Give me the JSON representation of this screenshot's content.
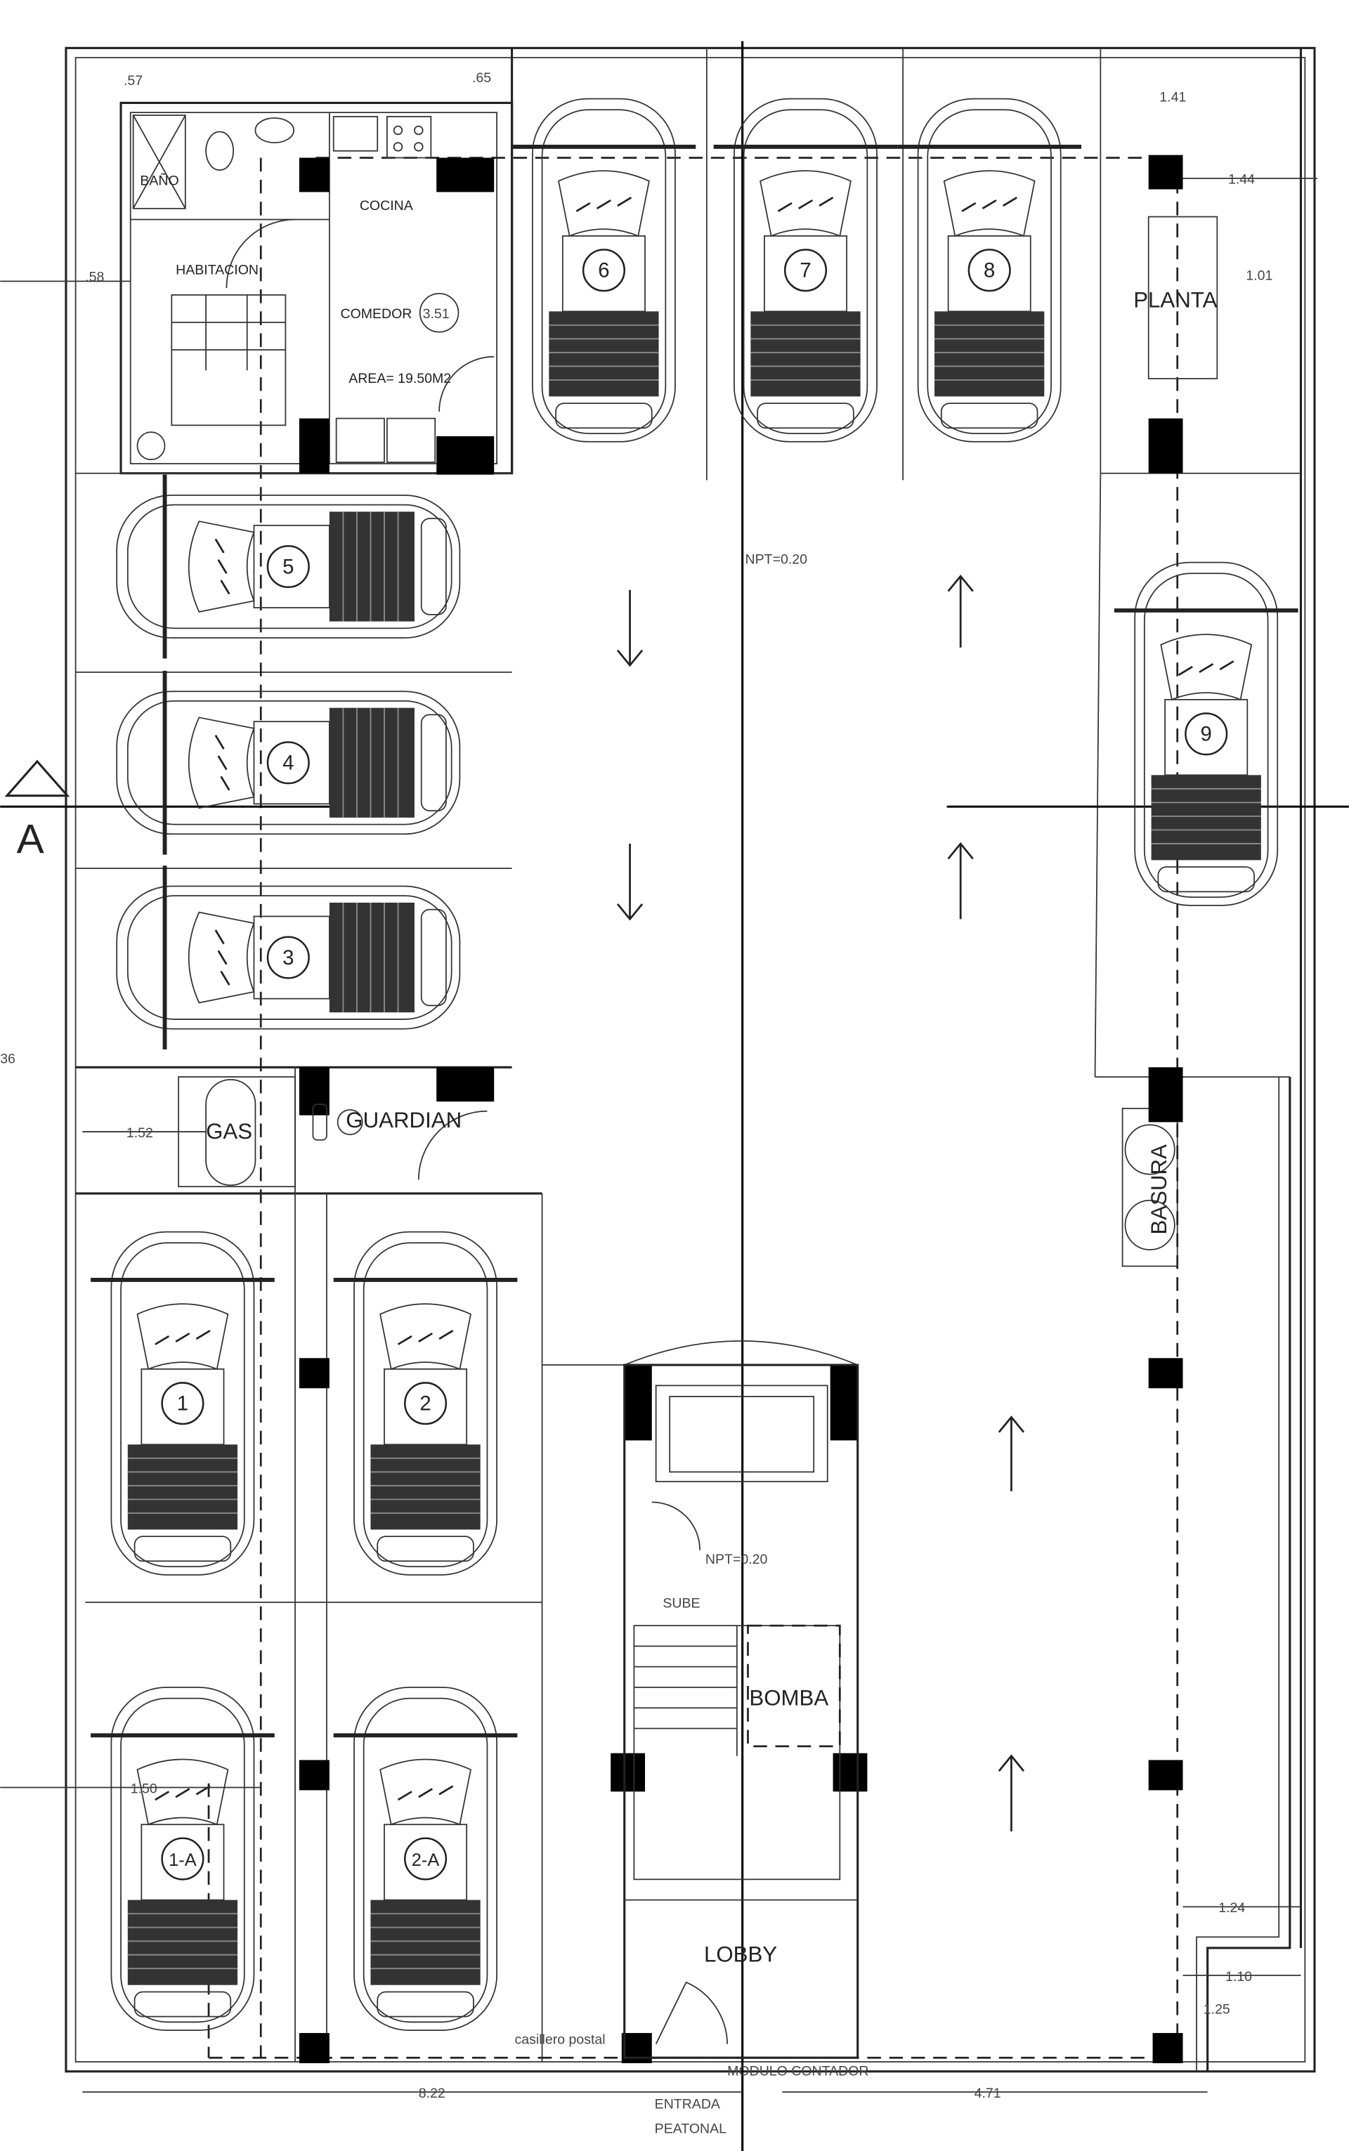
{
  "plan": {
    "rooms": {
      "bano": "BAÑO",
      "habitacion": "HABITACION",
      "cocina": "COCINA",
      "comedor": "COMEDOR",
      "area": "AREA= 19.50M2",
      "planta": "PLANTA",
      "gas": "GAS",
      "guardian": "GUARDIAN",
      "basura": "BASURA",
      "bomba": "BOMBA",
      "lobby": "LOBBY",
      "sube": "SUBE",
      "casillero": "casillero postal",
      "modulo": "MODULO CONTADOR",
      "entrada1": "ENTRADA",
      "entrada2": "PEATONAL"
    },
    "levels": {
      "top": "NPT=0.20",
      "stair": "NPT=0.20"
    },
    "section_label": "A",
    "dimensions": {
      "d057": ".57",
      "d065": ".65",
      "d058": ".58",
      "d351": "3.51",
      "d141": "1.41",
      "d144": "1.44",
      "d101": "1.01",
      "d36": "36",
      "d152": "1.52",
      "d150": "1.50",
      "d124": "1.24",
      "d110": "1.10",
      "d125": "1.25",
      "d822": "8.22",
      "d471": "4.71"
    },
    "parking_spaces": [
      "1",
      "2",
      "1-A",
      "2-A",
      "3",
      "4",
      "5",
      "6",
      "7",
      "8",
      "9"
    ]
  }
}
